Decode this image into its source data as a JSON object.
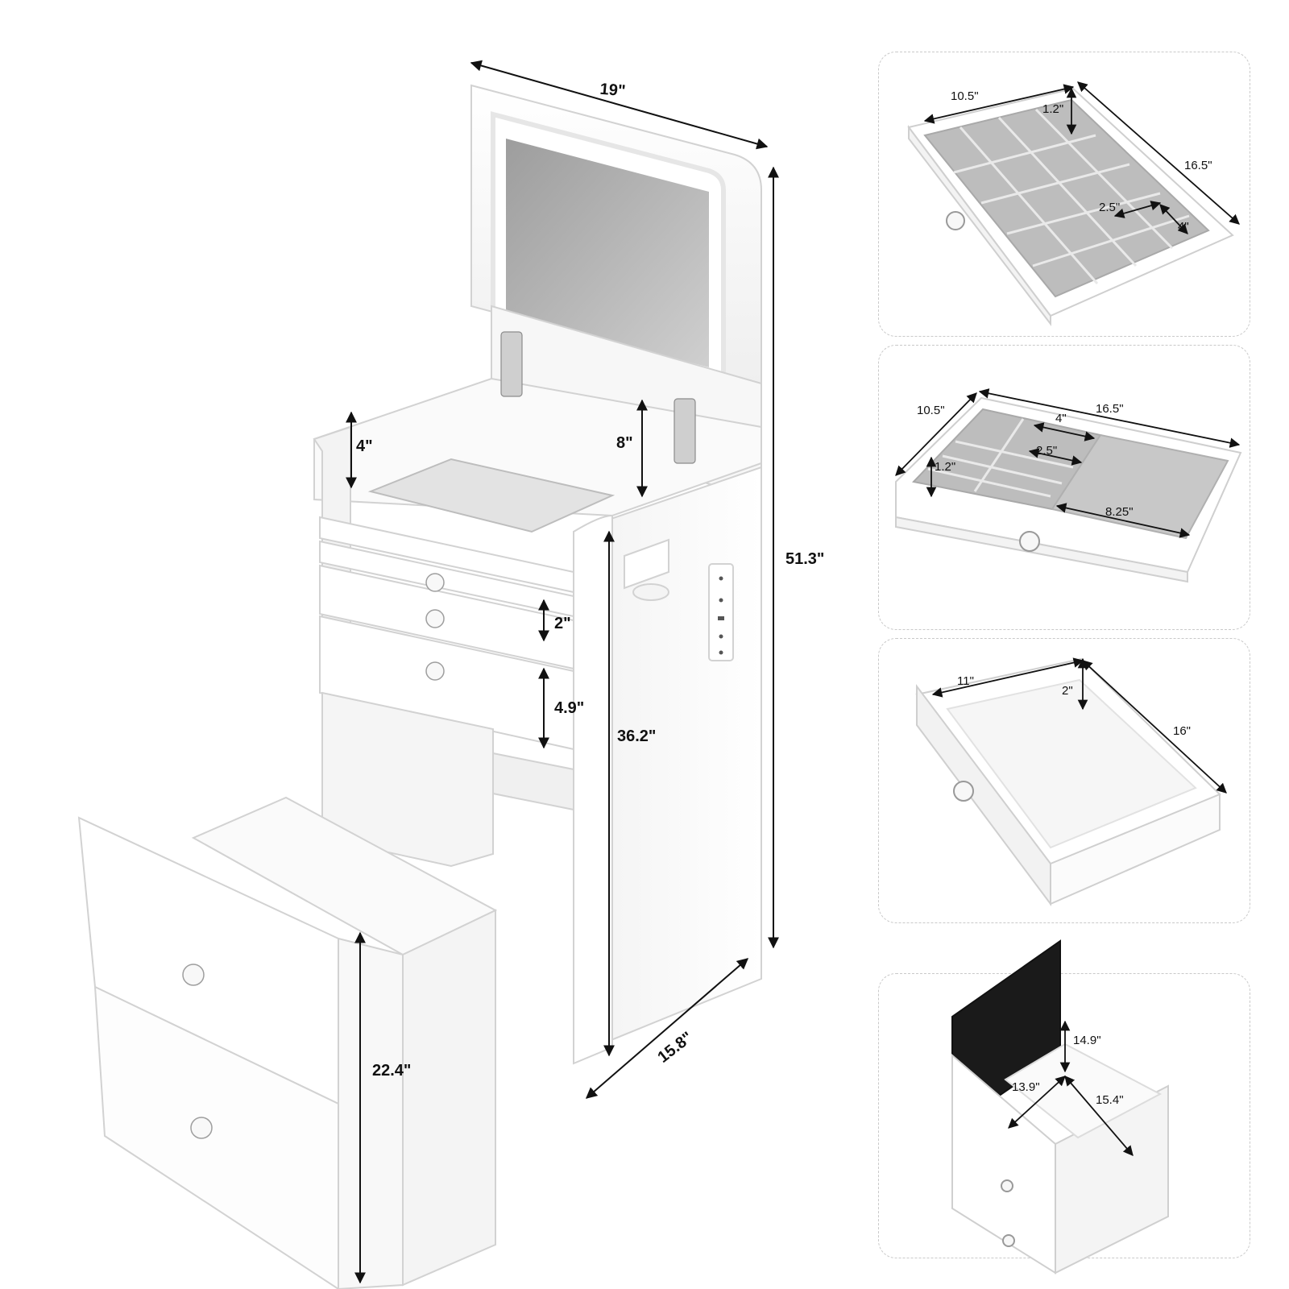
{
  "main_dimensions": {
    "width": "19\"",
    "total_height": "51.3\"",
    "depth": "15.8\"",
    "table_height": "36.2\"",
    "mirror_clearance": "8\"",
    "top_well_depth": "4\"",
    "drawer_height_small": "2\"",
    "drawer_height_large": "4.9\"",
    "stool_height": "22.4\""
  },
  "drawer_panel_1": {
    "width": "10.5\"",
    "depth": "16.5\"",
    "divider_height": "1.2\"",
    "cell_width": "2.5\"",
    "cell_length": "4\""
  },
  "drawer_panel_2": {
    "width": "10.5\"",
    "length": "16.5\"",
    "cell_length": "4\"",
    "cell_width": "2.5\"",
    "divider_height": "1.2\"",
    "ring_section": "8.25\""
  },
  "drawer_panel_3": {
    "width": "11\"",
    "depth": "16\"",
    "height": "2\""
  },
  "stool_panel": {
    "lid_height": "14.9\"",
    "inner_width": "13.9\"",
    "inner_depth": "15.4\""
  },
  "colors": {
    "furniture": "#ffffff",
    "outline": "#d6d6d6",
    "tray": "#bdbdbd",
    "lid_lining": "#1a1a1a",
    "arrow": "#111111",
    "panel_border": "#c9c9c9"
  }
}
